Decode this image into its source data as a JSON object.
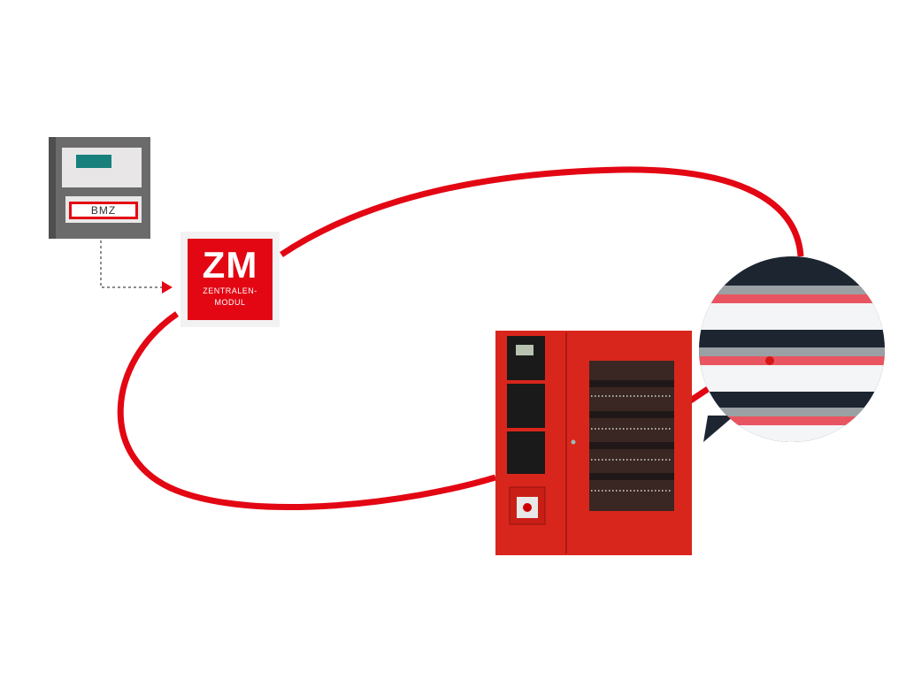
{
  "bmz_panel": {
    "label": "BMZ"
  },
  "zm_module": {
    "abbr": "ZM",
    "line1": "ZENTRALEN-",
    "line2": "MODUL"
  },
  "colors": {
    "accent": "#e30613",
    "panel_gray": "#6b6b6b",
    "cabinet_red": "#d9261c",
    "callout_dark": "#1c2530"
  }
}
